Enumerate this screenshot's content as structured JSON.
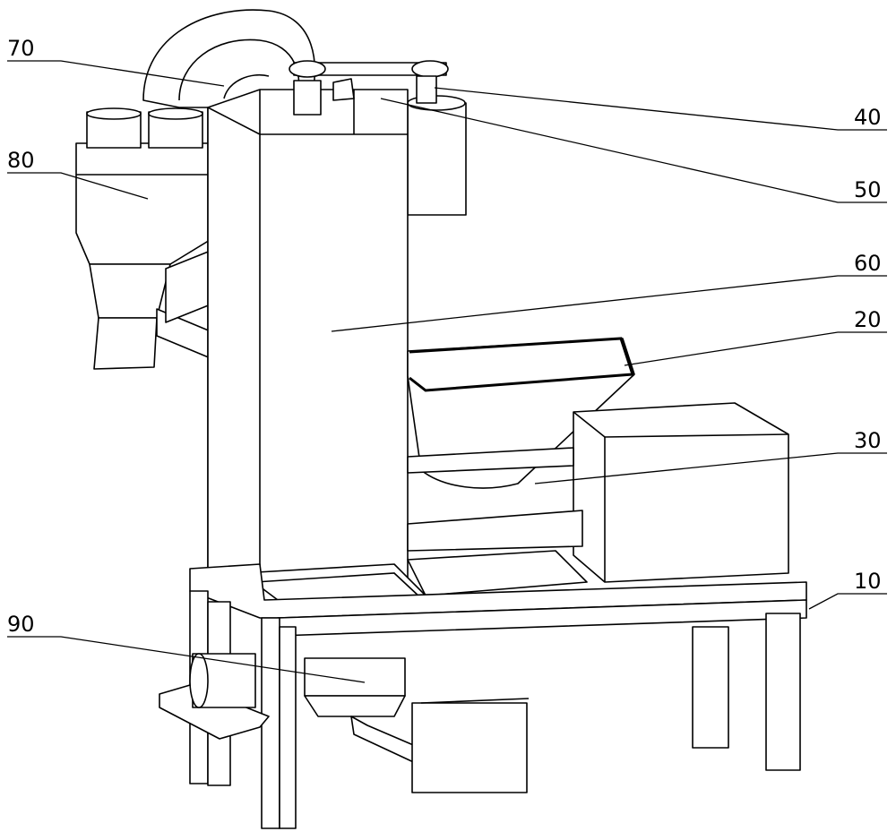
{
  "diagram": {
    "callouts": [
      {
        "id": "c70",
        "label": "70"
      },
      {
        "id": "c80",
        "label": "80"
      },
      {
        "id": "c40",
        "label": "40"
      },
      {
        "id": "c50",
        "label": "50"
      },
      {
        "id": "c60",
        "label": "60"
      },
      {
        "id": "c20",
        "label": "20"
      },
      {
        "id": "c30",
        "label": "30"
      },
      {
        "id": "c10",
        "label": "10"
      },
      {
        "id": "c90",
        "label": "90"
      }
    ]
  }
}
